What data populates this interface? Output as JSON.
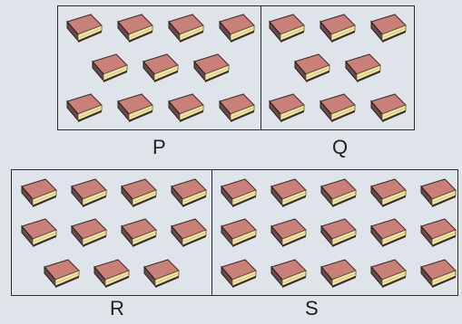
{
  "groups": [
    {
      "id": "P",
      "label": "P",
      "rows": [
        4,
        3,
        4
      ],
      "count": 11
    },
    {
      "id": "Q",
      "label": "Q",
      "rows": [
        3,
        2,
        3
      ],
      "count": 8
    },
    {
      "id": "R",
      "label": "R",
      "rows": [
        4,
        4,
        3
      ],
      "count": 11
    },
    {
      "id": "S",
      "label": "S",
      "rows": [
        5,
        5,
        5
      ],
      "count": 15
    }
  ],
  "icon": "book-icon",
  "colors": {
    "cover": "#c98078",
    "spine": "#6b4a47",
    "pages": "#efe6a8",
    "border": "#2b2b2b"
  }
}
